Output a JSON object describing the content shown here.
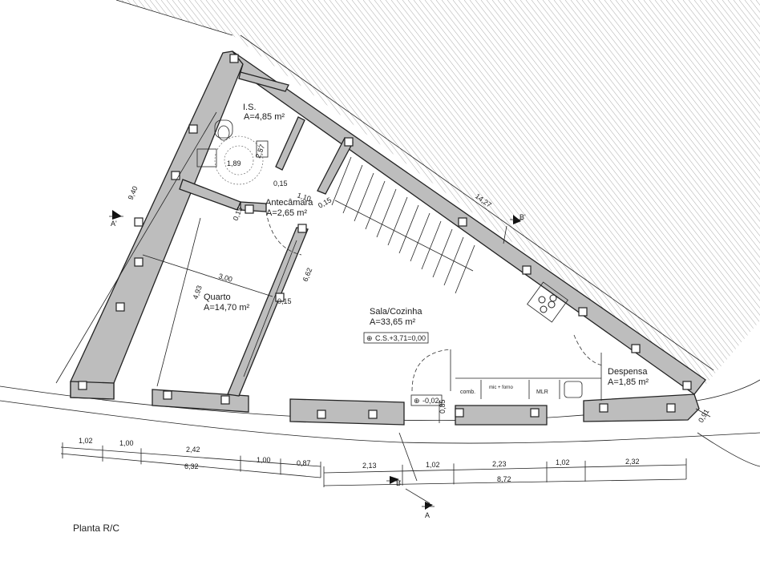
{
  "title": "Planta R/C",
  "rooms": {
    "is_name": "I.S.",
    "is_area": "A=4,85 m²",
    "ante_name": "Antecâmara",
    "ante_area": "A=2,65 m²",
    "quarto_name": "Quarto",
    "quarto_area": "A=14,70 m²",
    "sala_name": "Sala/Cozinha",
    "sala_area": "A=33,65 m²",
    "sala_level": "C.S.+3,71=0,00",
    "desp_name": "Despensa",
    "desp_area": "A=1,85 m²"
  },
  "fixtures": {
    "comb": "comb.",
    "mic_forno": "mic + forno",
    "mlr": "MLR"
  },
  "levels": {
    "entrance": "-0,02"
  },
  "inner_dims": {
    "d_189": "1,89",
    "d_257": "2,57",
    "d_015a": "0,15",
    "d_110": "1,10",
    "d_015b": "0,15",
    "d_015c": "0,15",
    "d_015d": "0,15",
    "d_300": "3,00",
    "d_493": "4,93",
    "d_662": "6,62",
    "d_940": "9,40",
    "d_1427": "14,27",
    "d_085": "0,85",
    "d_091": "0,91"
  },
  "bottom_dims_row1": [
    "1,02",
    "1,00",
    "2,42",
    "1,00",
    "0,87",
    "2,13",
    "1,02",
    "2,23",
    "1,02",
    "2,32"
  ],
  "bottom_dims_row2": [
    "6,32",
    "8,72"
  ],
  "sections": {
    "a": "A",
    "a_prime": "A'",
    "b": "B",
    "b_prime": "B'"
  }
}
